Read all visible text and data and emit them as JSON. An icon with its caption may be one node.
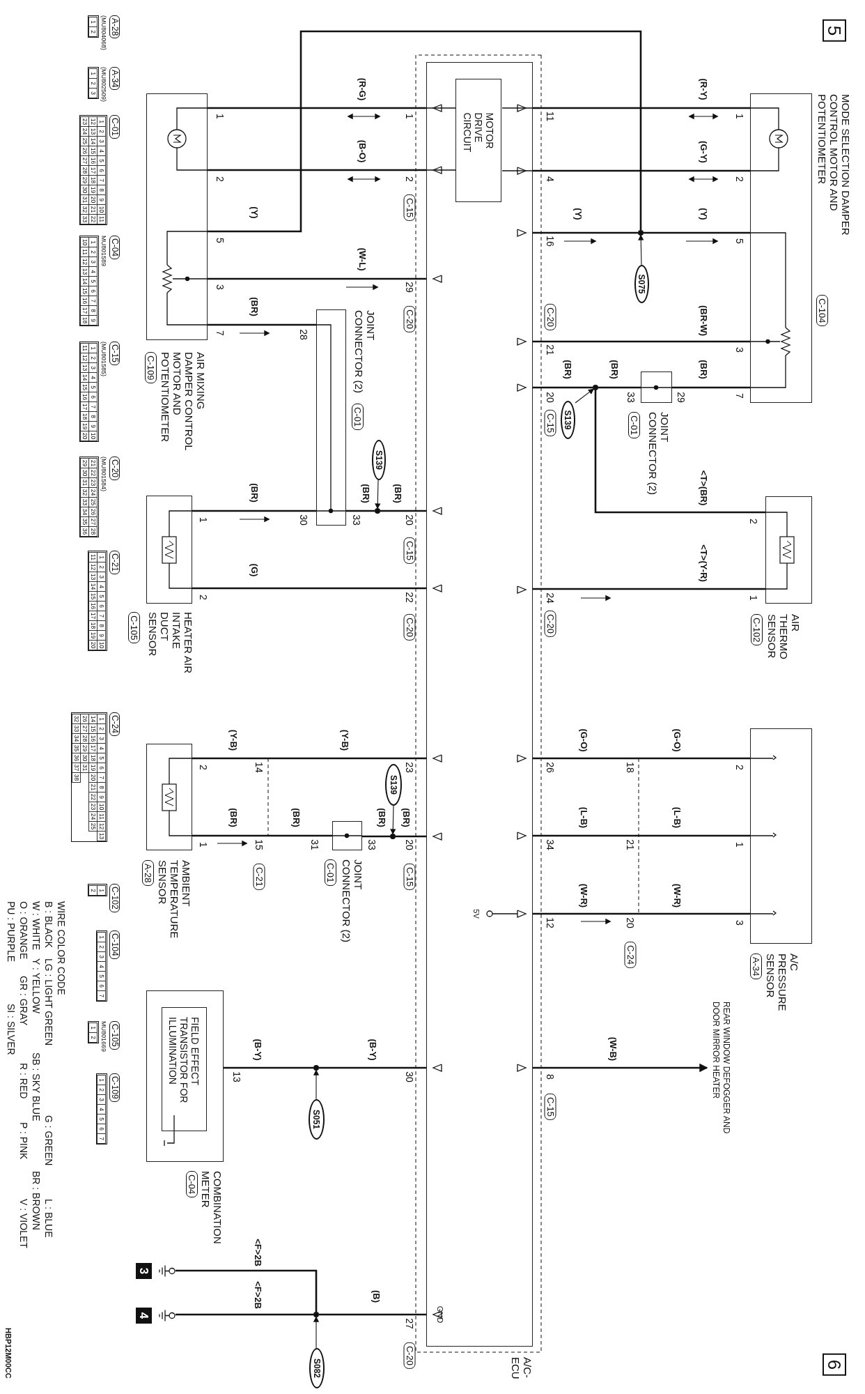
{
  "diagram": {
    "nodes": [
      {
        "text": [
          "A/C- ECU"
        ]
      },
      {
        "text": [
          "MOTOR DRIVE CIRCUIT"
        ],
        "in": 0
      },
      {
        "text": [
          "MODE SELECTION DAMPER CONTROL MOTOR AND POTENTIOMETER",
          "C-104"
        ]
      },
      {
        "text": [
          "AIR THERMO SENSOR",
          "C-102"
        ]
      },
      {
        "text": [
          "JOINT CONNECTOR (2)",
          "C-01"
        ]
      },
      {
        "text": [
          "AIR MIXING DAMPER CONTROL MOTOR AND POTENTIOMETER",
          "C-109"
        ]
      },
      {
        "text": [
          "JOINT CONNECTOR (2)",
          "C-01"
        ]
      },
      {
        "text": [
          "HEATER AIR INTAKE DUCT SENSOR",
          "C-105"
        ]
      },
      {
        "text": [
          "A/C PRESSURE SENSOR",
          "A-34"
        ]
      },
      {
        "text": [
          "AMBIENT TEMPERATURE SENSOR",
          "A-28"
        ]
      },
      {
        "text": [
          "JOINT CONNECTOR (2)",
          "C-01"
        ]
      },
      {
        "text": [
          "COMBINATION METER",
          "C-04"
        ]
      },
      {
        "text": [
          "FIELD EFFECT TRANSISTOR FOR ILLUMINATION"
        ],
        "in": 11
      },
      {
        "text": [
          "REAR WINDOW DEFOGGER AND DOOR MIRROR HEATER"
        ]
      },
      {
        "text": [],
        "shape": "circle"
      },
      {
        "text": [
          "S075"
        ]
      },
      {
        "text": [],
        "shape": "circle"
      },
      {
        "text": [
          "S139"
        ]
      },
      {
        "text": [],
        "shape": "circle"
      },
      {
        "text": [
          "S139"
        ]
      },
      {
        "text": [],
        "shape": "circle"
      },
      {
        "text": [
          "S139"
        ]
      },
      {
        "text": [],
        "shape": "circle"
      },
      {
        "text": [
          "S051"
        ]
      },
      {
        "text": [],
        "shape": "circle"
      },
      {
        "text": [
          "S082"
        ]
      },
      {
        "text": [
          "3"
        ]
      },
      {
        "text": [
          "4"
        ]
      },
      {
        "text": [
          "1 2"
        ],
        "beside": [
          "A-28",
          "(MU804068)"
        ]
      },
      {
        "text": [
          "1 2 3"
        ],
        "beside": [
          "A-34",
          "(MU802509)"
        ]
      },
      {
        "text": [
          "1 2 3 4 5 6 7 8 9 10 11",
          "12 13 14 15 16 17 18 19 20 21 22",
          "23 24 25 26 27 28 29 30 31 32 33"
        ],
        "beside": [
          "C-01"
        ]
      },
      {
        "text": [
          "1 2 3 4 5 6 7 8 9",
          "10 11 12 13 14 15 16 17 18"
        ],
        "beside": [
          "C-04",
          "MU801589"
        ]
      },
      {
        "text": [
          "1 2 3 4 5 6 7 8 9 10",
          "11 12 13 14 15 16 17 18 19 20"
        ],
        "beside": [
          "C-15",
          "(MU801585)"
        ]
      },
      {
        "text": [
          "21 22 23 24 25 26 27 28",
          "29 30 31 32 33 34 35 36"
        ],
        "beside": [
          "C-20",
          "(MU801584)"
        ]
      },
      {
        "text": [
          "1 2 3 4 5 6 7 8 9 10",
          "11 12 13 14 15 16 17 18 19 20"
        ],
        "beside": [
          "C-21"
        ]
      },
      {
        "text": [
          "1 2 3 4 5 6 7 8 9 10 11 12 13",
          "14 15 16 17 18 19 20 21 22 23 24 25",
          "26 27 28 29 30 31",
          "32 33 34 35 36 37 38"
        ],
        "beside": [
          "C-24"
        ]
      },
      {
        "text": [
          "1",
          "2"
        ],
        "beside": [
          "C-102"
        ]
      },
      {
        "text": [
          "1 2 3 4 5 6 7"
        ],
        "beside": [
          "C-104"
        ]
      },
      {
        "text": [
          "1 2"
        ],
        "beside": [
          "C-105",
          "MU801669"
        ]
      },
      {
        "text": [
          "1 2 3 4 5 6 7"
        ],
        "beside": [
          "C-109"
        ]
      }
    ],
    "edges": [
      {
        "from": 2,
        "to": 0,
        "arrow": "none",
        "label": "(R-Y)"
      },
      {
        "from": 2,
        "to": 0,
        "arrow": "none",
        "label": "(G-Y)"
      },
      {
        "from": 2,
        "to": 14,
        "arrow": "none",
        "label": "(Y)"
      },
      {
        "from": 14,
        "to": 0,
        "arrow": "none",
        "label": "(Y)"
      },
      {
        "from": 14,
        "to": 5,
        "arrow": "none",
        "label": "(Y)"
      },
      {
        "from": 2,
        "to": 0,
        "arrow": "none",
        "label": "(BR-W)"
      },
      {
        "from": 2,
        "to": 4,
        "arrow": "none",
        "label": "(BR)"
      },
      {
        "from": 4,
        "to": 16,
        "arrow": "none",
        "label": "(BR)"
      },
      {
        "from": 16,
        "to": 0,
        "arrow": "none",
        "label": "(BR)"
      },
      {
        "from": 16,
        "to": 3,
        "arrow": "none",
        "label": "<T>(BR)"
      },
      {
        "from": 3,
        "to": 0,
        "arrow": "none",
        "label": "<T>(Y-R)"
      },
      {
        "from": 0,
        "to": 5,
        "arrow": "none",
        "label": "(R-G)"
      },
      {
        "from": 0,
        "to": 5,
        "arrow": "none",
        "label": "(B-O)"
      },
      {
        "from": 0,
        "to": 5,
        "arrow": "none",
        "label": "(W-L)"
      },
      {
        "from": 5,
        "to": 6,
        "arrow": "none",
        "label": "(BR)"
      },
      {
        "from": 7,
        "to": 6,
        "arrow": "none",
        "label": "(BR)"
      },
      {
        "from": 6,
        "to": 18,
        "arrow": "none",
        "label": "(BR)"
      },
      {
        "from": 18,
        "to": 0,
        "arrow": "none",
        "label": "(BR)"
      },
      {
        "from": 7,
        "to": 0,
        "arrow": "none",
        "label": "(G)"
      },
      {
        "from": 8,
        "to": 0,
        "arrow": "none",
        "label": "(G-O)"
      },
      {
        "from": 8,
        "to": 0,
        "arrow": "none",
        "label": "(L-B)"
      },
      {
        "from": 8,
        "to": 0,
        "arrow": "none",
        "label": "(W-R)"
      },
      {
        "from": 0,
        "to": 13,
        "arrow": "to",
        "label": "(W-B)"
      },
      {
        "from": 9,
        "to": 0,
        "arrow": "none",
        "label": "(Y-B)"
      },
      {
        "from": 9,
        "to": 10,
        "arrow": "none",
        "label": "(BR)"
      },
      {
        "from": 10,
        "to": 20,
        "arrow": "none",
        "label": "(BR)"
      },
      {
        "from": 20,
        "to": 0,
        "arrow": "none",
        "label": "(BR)"
      },
      {
        "from": 11,
        "to": 22,
        "arrow": "none",
        "label": "(B-Y)"
      },
      {
        "from": 22,
        "to": 0,
        "arrow": "none",
        "label": "(B-Y)"
      },
      {
        "from": 0,
        "to": 24,
        "arrow": "none",
        "label": "(B)"
      },
      {
        "from": 24,
        "to": 26,
        "arrow": "none",
        "label": "<F>2B"
      },
      {
        "from": 24,
        "to": 27,
        "arrow": "none",
        "label": "<F>2B"
      },
      {
        "from": 15,
        "to": 14,
        "arrow": "to"
      },
      {
        "from": 17,
        "to": 16,
        "arrow": "to"
      },
      {
        "from": 19,
        "to": 18,
        "arrow": "to"
      },
      {
        "from": 21,
        "to": 20,
        "arrow": "to"
      },
      {
        "from": 23,
        "to": 22,
        "arrow": "to"
      },
      {
        "from": 25,
        "to": 24,
        "arrow": "to"
      },
      {
        "from": 1,
        "to": 0,
        "arrow": "none"
      },
      {
        "from": 1,
        "to": 0,
        "arrow": "none"
      },
      {
        "from": 1,
        "to": 0,
        "arrow": "none"
      },
      {
        "from": 1,
        "to": 0,
        "arrow": "none"
      }
    ],
    "labels": [
      "5",
      "1",
      "2",
      "5",
      "3",
      "7",
      "11",
      "4",
      "16",
      "C-20",
      "21",
      "20",
      "C-15",
      "33",
      "29",
      "2",
      "1",
      "24",
      "C-20",
      "1",
      "2",
      "5",
      "3",
      "7",
      "1",
      "2",
      "C-15",
      "29",
      "C-20",
      "28",
      "30",
      "33",
      "1",
      "2",
      "20",
      "C-15",
      "22",
      "C-20",
      "2",
      "1",
      "3",
      "18",
      "21",
      "20",
      "C-24",
      "26",
      "34",
      "12",
      "(G-O)",
      "(L-B)",
      "(W-R)",
      "5V",
      "8",
      "C-15",
      "2",
      "1",
      "14",
      "15",
      "C-21",
      "(Y-B)",
      "(BR)",
      "31",
      "33",
      "23",
      "20",
      "C-15",
      "13",
      "30",
      "GND",
      "27",
      "C-20",
      "6",
      "WIRE COLOR CODE",
      "B : BLACK",
      "LG : LIGHT GREEN",
      "G : GREEN",
      "L : BLUE",
      "W : WHITE",
      "Y : YELLOW",
      "SB : SKY BLUE",
      "BR : BROWN",
      "O : ORANGE",
      "GR : GRAY",
      "R : RED",
      "P : PINK",
      "V : VIOLET",
      "PU : PURPLE",
      "SI : SILVER",
      "HBP12M00CC"
    ]
  }
}
